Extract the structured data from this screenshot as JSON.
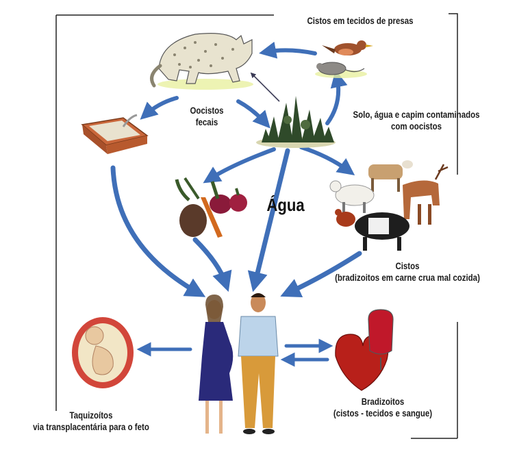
{
  "labels": {
    "cistos_presas": "Cistos em tecidos de presas",
    "oocistos": [
      "Oocistos",
      "fecais"
    ],
    "solo": [
      "Solo, água e capim contaminados",
      "com oocistos"
    ],
    "agua": "Água",
    "cistos_carne": [
      "Cistos",
      "(bradizoitos em carne crua mal cozida)"
    ],
    "taquizoitos": [
      "Taquizoítos",
      "via transplacentária para o feto"
    ],
    "bradizoitos": [
      "Bradizoitos",
      "(cistos - tecidos e sangue)"
    ]
  },
  "colors": {
    "arrow_blue": "#3f6fb8",
    "frame": "#222222"
  },
  "pictures": [
    "cat",
    "bird",
    "mouse",
    "grass-plants",
    "litter-box",
    "vegetables",
    "farm-animals",
    "pregnant-woman",
    "man",
    "fetus-in-womb",
    "heart",
    "blood-bag"
  ]
}
